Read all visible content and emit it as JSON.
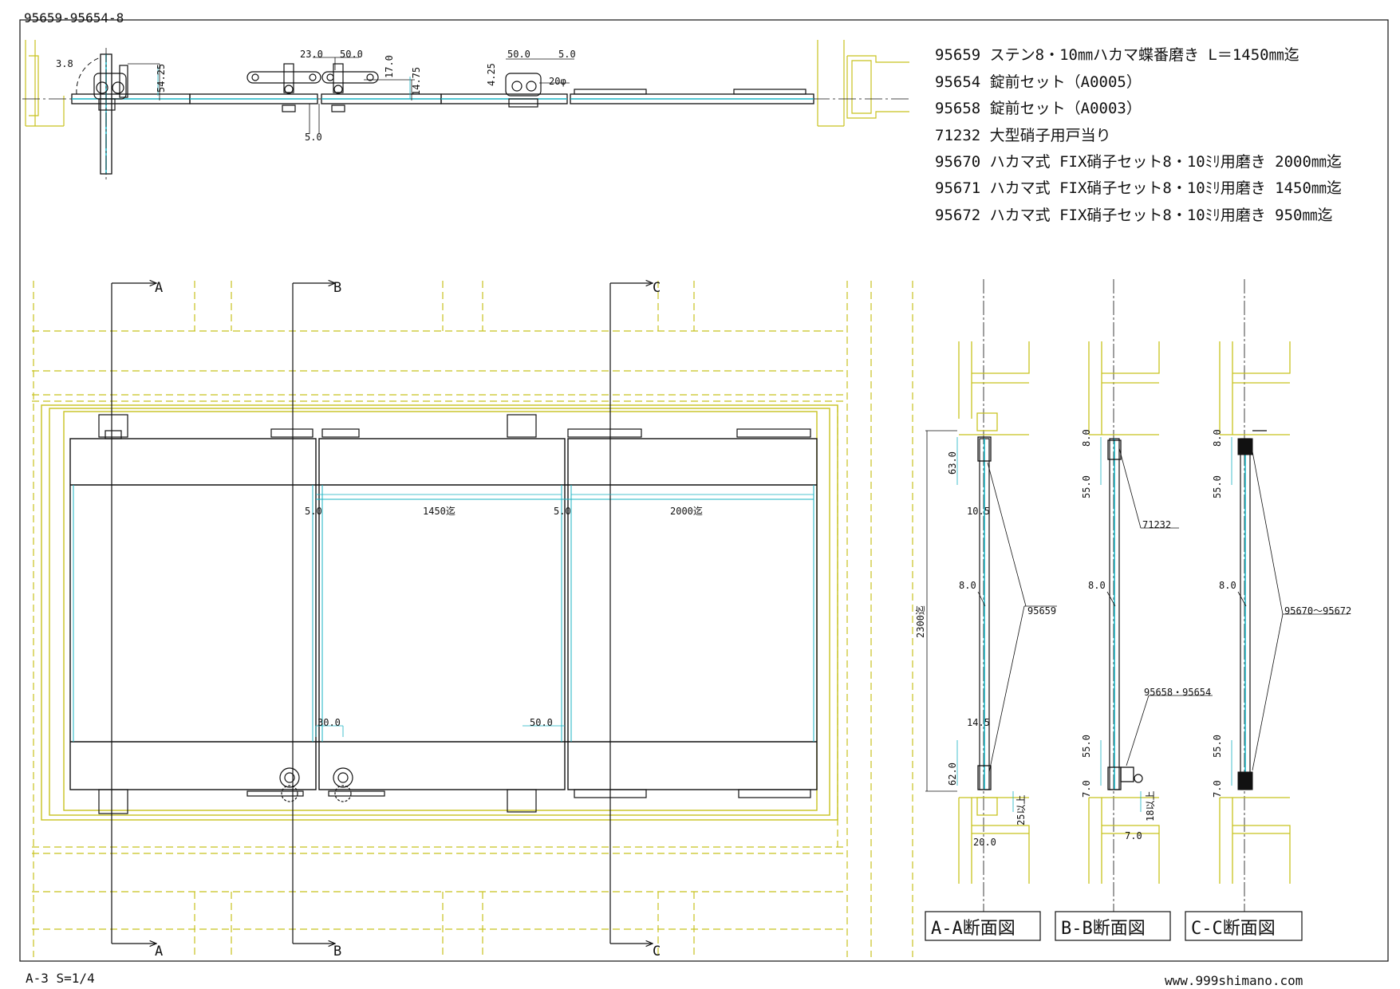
{
  "drawing": {
    "number": "95659-95654-8",
    "scale": "A-3 S=1/4",
    "website": "www.999shimano.com"
  },
  "parts_list": [
    "95659 ステン8・10㎜ハカマ蝶番磨き L＝1450㎜迄",
    "95654 錠前セット（A0005）",
    "95658 錠前セット（A0003）",
    "71232 大型硝子用戸当り",
    "95670 ハカマ式 FIX硝子セット8・10ﾐﾘ用磨き 2000㎜迄",
    "95671 ハカマ式 FIX硝子セット8・10ﾐﾘ用磨き 1450㎜迄",
    "95672 ハカマ式 FIX硝子セット8・10ﾐﾘ用磨き 950㎜迄"
  ],
  "cut_marks": {
    "a": "A",
    "b": "B",
    "c": "C"
  },
  "plan_dims": {
    "d3_8": "3.8",
    "d54_25": "54.25",
    "d23": "23.0",
    "d50": "50.0",
    "d17": "17.0",
    "d14_75": "14.75",
    "d5_0": "5.0",
    "d50b": "50.0",
    "d5_0b": "5.0",
    "d4_25": "4.25",
    "d20phi": "20φ"
  },
  "elev_dims": {
    "gap1": "5.0",
    "gap2": "5.0",
    "w1450": "1450迄",
    "w2000": "2000迄",
    "d30": "30.0",
    "d50": "50.0"
  },
  "sections": {
    "aa": {
      "title": "A-A断面図",
      "h2300": "2300迄",
      "d63": "63.0",
      "d10_5": "10.5",
      "d8": "8.0",
      "part": "95659",
      "d14_5": "14.5",
      "d62": "62.0",
      "d25": "25以上",
      "d20": "20.0"
    },
    "bb": {
      "title": "B-B断面図",
      "d8top": "8.0",
      "d55top": "55.0",
      "part1": "71232",
      "d8": "8.0",
      "part2": "95658・95654",
      "d55bot": "55.0",
      "d7": "7.0",
      "d18": "18以上",
      "d7b": "7.0"
    },
    "cc": {
      "title": "C-C断面図",
      "d8top": "8.0",
      "d55top": "55.0",
      "d8": "8.0",
      "part": "95670～95672",
      "d55bot": "55.0",
      "d7": "7.0"
    }
  },
  "colors": {
    "line": "#111111",
    "glass": "#19b3c3",
    "building": "#c8c21e",
    "dim": "#111111"
  }
}
